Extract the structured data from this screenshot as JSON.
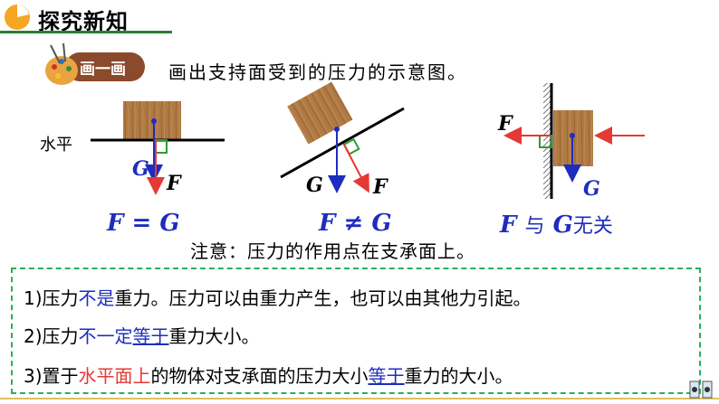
{
  "header": {
    "title": "探究新知"
  },
  "badge": {
    "label": "画一画"
  },
  "instruction": "画出支持面受到的压力的示意图。",
  "diagrams": [
    {
      "surface_label": "水平",
      "gravity": "G",
      "force": "F",
      "relation": "F = G"
    },
    {
      "gravity": "G",
      "force": "F",
      "relation": "F ≠ G"
    },
    {
      "gravity": "G",
      "force": "F",
      "relation_parts": [
        "F",
        "与",
        "G",
        "无关"
      ]
    }
  ],
  "note": "注意：压力的作用点在支承面上。",
  "summary": {
    "line1": {
      "a": "1)压力",
      "b": "不是",
      "c": "重力。压力可以由重力产生，也可以由其他力引起。"
    },
    "line2": {
      "a": "2)压力",
      "b": "不一定",
      "c": "等于",
      "d": "重力大小。"
    },
    "line3": {
      "a": "3)置于",
      "b": "水平面上",
      "c": "的物体对支承面的压力大小",
      "d": "等于",
      "e": "重力的大小。"
    }
  },
  "colors": {
    "green": "#2e7d32",
    "blue": "#1e2dbd",
    "red": "#e53935",
    "wood": "#a86a36"
  }
}
